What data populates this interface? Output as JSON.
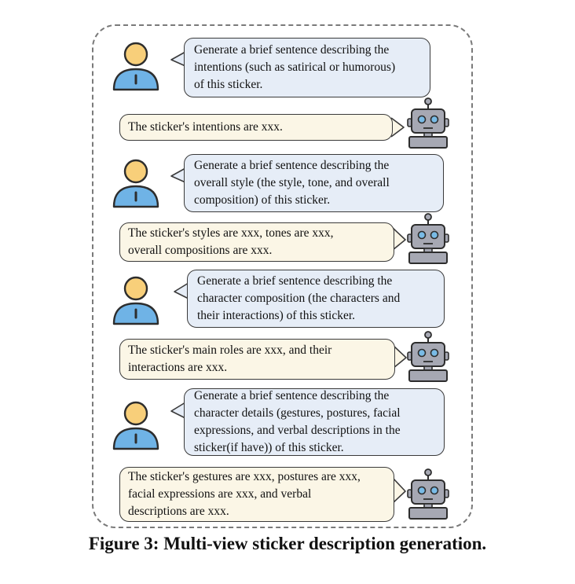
{
  "dialogue": [
    {
      "role": "user",
      "text": "Generate a brief sentence describing the\nintentions (such as satirical or humorous)\nof this sticker."
    },
    {
      "role": "robot",
      "text": "The sticker's intentions are xxx."
    },
    {
      "role": "user",
      "text": "Generate a brief sentence describing the\noverall style (the style, tone, and overall\ncomposition) of this sticker."
    },
    {
      "role": "robot",
      "text": "The sticker's styles are xxx, tones are xxx,\noverall compositions are xxx."
    },
    {
      "role": "user",
      "text": "Generate a brief sentence describing the\ncharacter composition (the characters and\ntheir interactions) of this sticker."
    },
    {
      "role": "robot",
      "text": "The sticker's main roles are xxx, and their\ninteractions are xxx."
    },
    {
      "role": "user",
      "text": "Generate a brief sentence describing the\ncharacter details (gestures, postures, facial\nexpressions, and verbal descriptions in the\nsticker(if have)) of this sticker."
    },
    {
      "role": "robot",
      "text": "The sticker's gestures are xxx, postures are xxx,\nfacial expressions are xxx, and verbal\ndescriptions are xxx."
    }
  ],
  "caption": "Figure 3: Multi-view sticker description generation.",
  "icons": {
    "user": "user-icon",
    "robot": "robot-icon"
  },
  "colors": {
    "question_bubble": "#e6edf7",
    "answer_bubble": "#fbf6e6",
    "user_head": "#f8cf7a",
    "user_body": "#6fb3e6",
    "robot_body": "#a6a8b3",
    "robot_eyes": "#79bbe6"
  }
}
